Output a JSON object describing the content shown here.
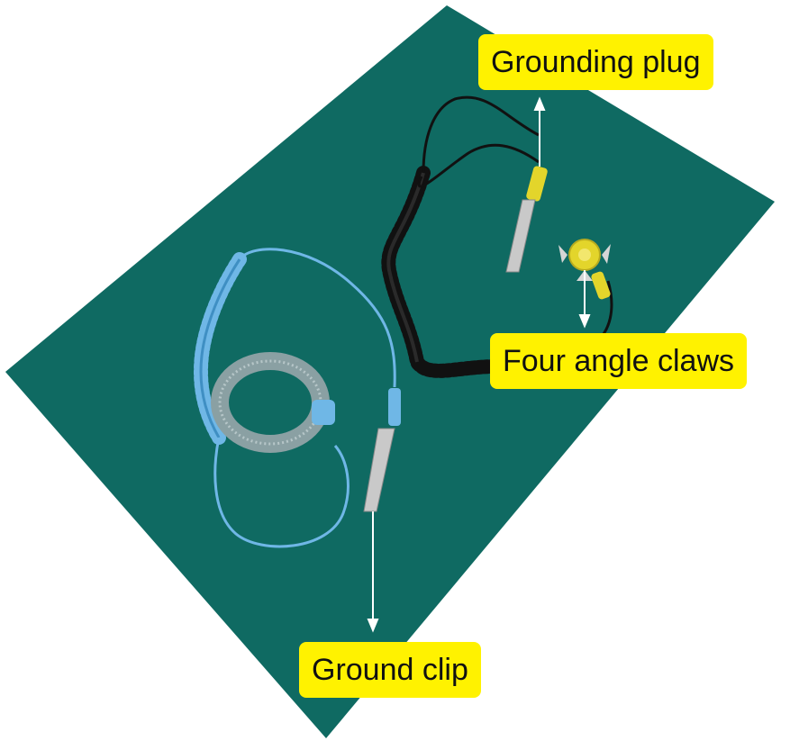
{
  "image": {
    "subject": "",
    "background_color": "#ffffff",
    "mat_color": "#0f6a62"
  },
  "labels": {
    "grounding_plug": "Grounding plug",
    "four_angle_claws": "Four angle claws",
    "ground_clip": "Ground clip"
  },
  "colors": {
    "label_bg": "#fff200",
    "label_text": "#111111",
    "coil_dark": "#111111",
    "strap_blue": "#6fb7e6",
    "band_gray": "#8aa0a3",
    "arrow_white": "#ffffff",
    "plug_yellow": "#e3d52b",
    "clip_silver": "#c9c9c9"
  }
}
